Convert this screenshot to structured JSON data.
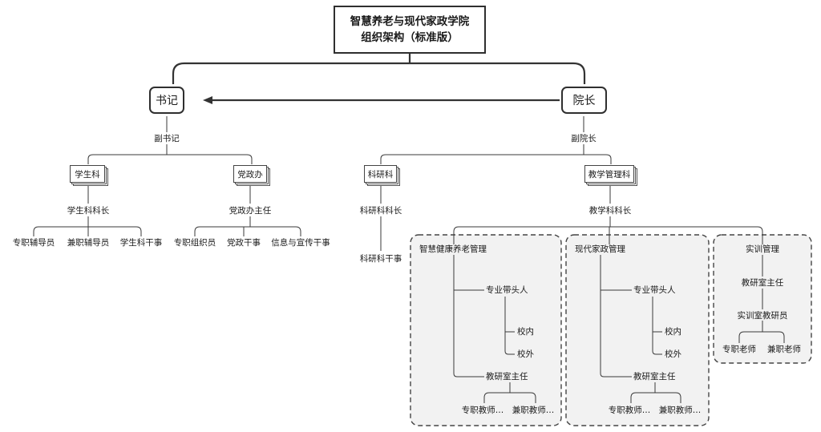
{
  "title": {
    "line1": "智慧养老与现代家政学院",
    "line2": "组织架构（标准版）"
  },
  "secretary": {
    "label": "书记",
    "deputy": "副书记",
    "student_dept": {
      "label": "学生科",
      "head": "学生科科长",
      "members": [
        "专职辅导员",
        "兼职辅导员",
        "学生科干事"
      ]
    },
    "party_office": {
      "label": "党政办",
      "head": "党政办主任",
      "members": [
        "专职组织员",
        "党政干事",
        "信息与宣传干事"
      ]
    }
  },
  "dean": {
    "label": "院长",
    "deputy": "副院长",
    "research_dept": {
      "label": "科研科",
      "head": "科研科科长",
      "staff": "科研科干事"
    },
    "teaching_dept": {
      "label": "教学管理科",
      "head": "教学科科长",
      "groups": [
        {
          "label": "智慧健康养老管理",
          "lead": "专业带头人",
          "lead_children": [
            "校内",
            "校外"
          ],
          "director": "教研室主任",
          "teachers": [
            "专职教师…",
            "兼职教师…"
          ]
        },
        {
          "label": "现代家政管理",
          "lead": "专业带头人",
          "lead_children": [
            "校内",
            "校外"
          ],
          "director": "教研室主任",
          "teachers": [
            "专职教师…",
            "兼职教师…"
          ]
        },
        {
          "label": "实训管理",
          "director": "教研室主任",
          "staff": "实训室教研员",
          "teachers": [
            "专职老师",
            "兼职老师"
          ]
        }
      ]
    }
  }
}
